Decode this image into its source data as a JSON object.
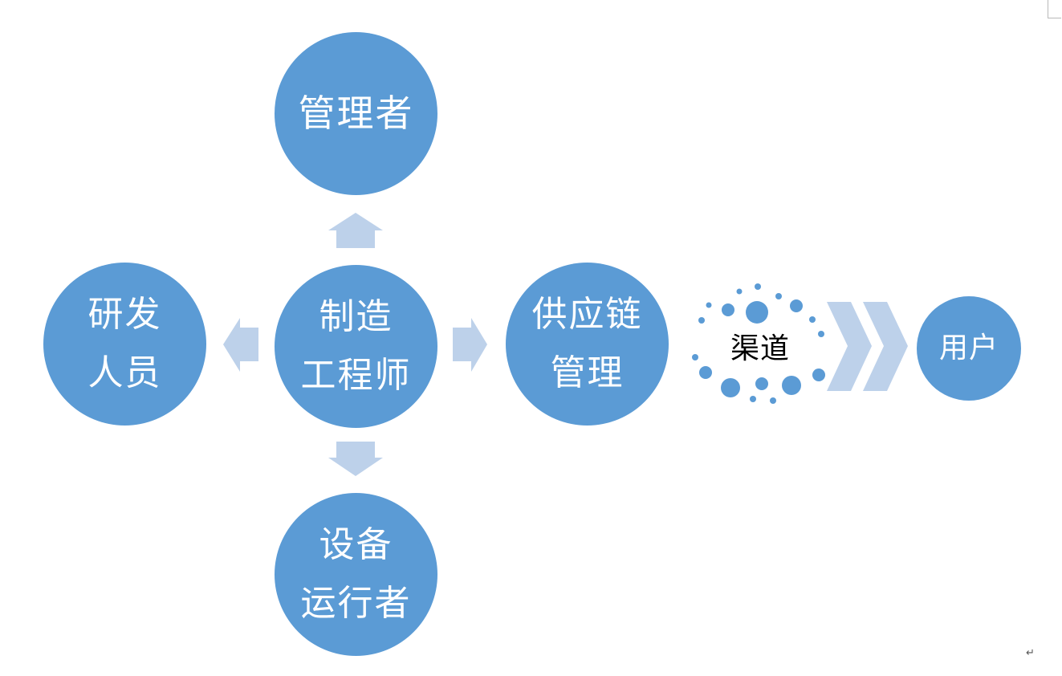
{
  "diagram": {
    "nodes": {
      "manager": {
        "lines": [
          "管理者"
        ]
      },
      "research": {
        "lines": [
          "研发",
          "人员"
        ]
      },
      "mfg": {
        "lines": [
          "制造",
          "工程师"
        ]
      },
      "supply": {
        "lines": [
          "供应链",
          "管理"
        ]
      },
      "operator": {
        "lines": [
          "设备",
          "运行者"
        ]
      },
      "user": {
        "lines": [
          "用户"
        ]
      }
    },
    "channel_label": "渠道",
    "paragraph_mark": "↵",
    "colors": {
      "node_fill": "#5b9bd5",
      "arrow_fill": "#bdd1ea",
      "chevron_fill": "#bdd1ea",
      "dot_fill": "#5b9bd5",
      "text_on_node": "#ffffff"
    }
  }
}
